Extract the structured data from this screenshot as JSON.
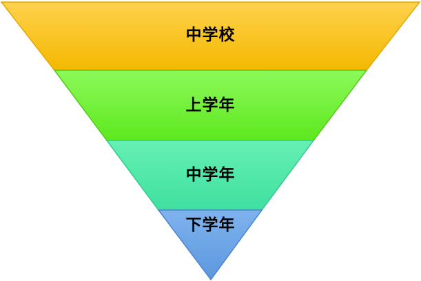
{
  "pyramid": {
    "levels": [
      {
        "label": "中学校",
        "color_top": "#FFD24D",
        "color_bottom": "#F4B800"
      },
      {
        "label": "上学年",
        "color_top": "#8CF95A",
        "color_bottom": "#5EE81E"
      },
      {
        "label": "中学年",
        "color_top": "#66F0B4",
        "color_bottom": "#3FE0A0"
      },
      {
        "label": "下学年",
        "color_top": "#7FB3EE",
        "color_bottom": "#5C97DE"
      }
    ]
  }
}
